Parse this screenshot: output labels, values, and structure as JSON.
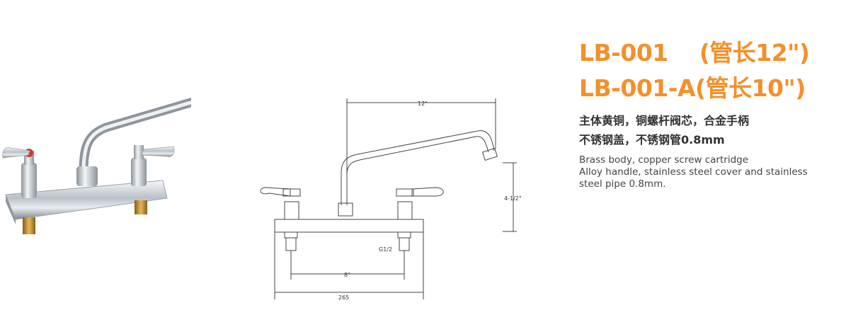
{
  "product": {
    "title_line1": "LB-001    (管长12\")",
    "title_line2": "LB-001-A(管长10\")",
    "desc_cn_line1": "主体黄铜，铜螺杆阀芯，合金手柄",
    "desc_cn_line2": "不锈钢盖，不锈钢管0.8mm",
    "desc_en_line1": "Brass body, copper screw cartridge",
    "desc_en_line2": "Alloy handle, stainless steel cover and stainless",
    "desc_en_line3": "steel pipe 0.8mm."
  },
  "drawing": {
    "dim_spout_reach": "12\"",
    "dim_height": "4-1/2\"",
    "dim_inlet": "G1/2",
    "dim_center": "8\"",
    "dim_width": "265"
  },
  "colors": {
    "title": "#f3902b",
    "chrome_dark": "#8c949c",
    "chrome_light": "#f4f6f8",
    "hot_marker": "#d43a2a",
    "brass": "#c8942c"
  }
}
